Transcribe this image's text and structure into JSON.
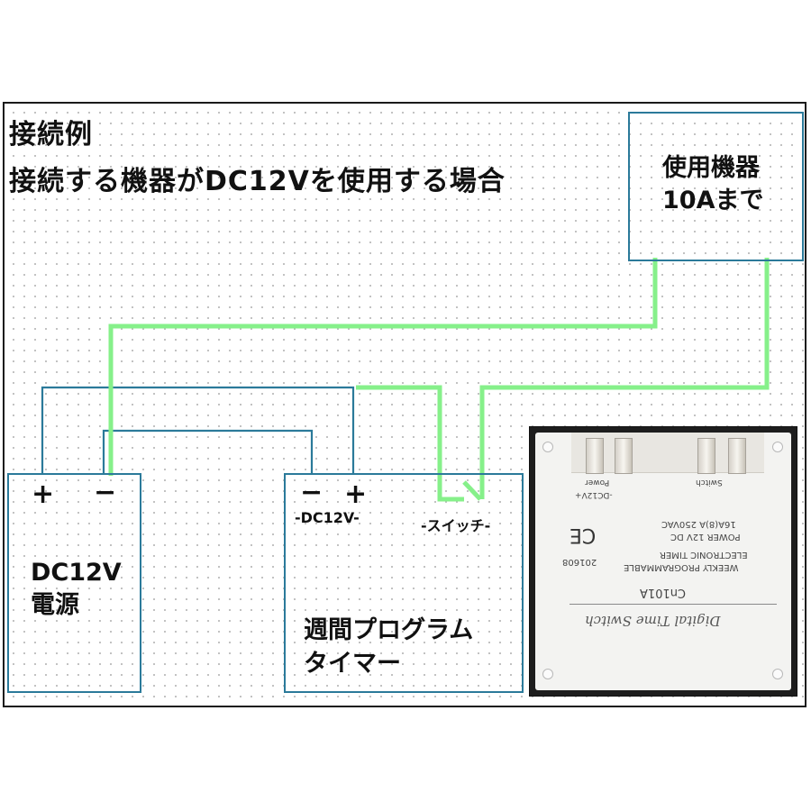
{
  "title": {
    "line1": "接続例",
    "line2": "接続する機器がDC12Vを使用する場合"
  },
  "device_box": {
    "line1": "使用機器",
    "line2": "10Aまで"
  },
  "power_supply": {
    "plus": "+",
    "minus": "−",
    "line1": "DC12V",
    "line2": "電源"
  },
  "timer": {
    "minus": "−",
    "plus": "+",
    "dc_label": "-DC12V-",
    "switch_label": "-スイッチ-",
    "line1": "週間プログラム",
    "line2": "タイマー"
  },
  "photo": {
    "terminal_power": "Power",
    "terminal_dc": "-DC12V+",
    "terminal_switch": "Switch",
    "ce": "CE",
    "rating": "16A(8)A 250VAC",
    "power": "POWER 12V DC",
    "desc1": "ELECTRONIC TIMER",
    "desc2": "WEEKLY PROGRAMMABLE",
    "date": "201608",
    "model": "Cn101A",
    "brand": "Digital Time Switch"
  },
  "colors": {
    "wire_blue": "#2b7a9a",
    "wire_green": "#86f08a",
    "frame": "#1a1a1a"
  }
}
